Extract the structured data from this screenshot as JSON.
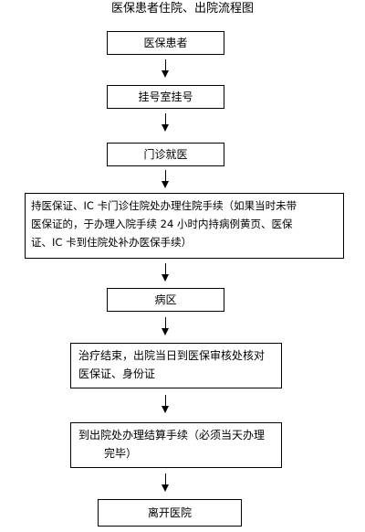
{
  "title": "医保患者住院、出院流程图",
  "steps": [
    {
      "text": "医保患者"
    },
    {
      "text": "挂号室挂号"
    },
    {
      "text": "门诊就医"
    },
    {
      "lines": [
        "持医保证、IC 卡门诊住院处办理住院手续（如果当时未带",
        "医保证的，于办理入院手续 24 小时内持病例黄页、医保",
        "证、IC 卡到住院处补办医保手续）"
      ]
    },
    {
      "text": "病区"
    },
    {
      "lines": [
        "治疗结束，出院当日到医保审核处核对",
        "医保证、身份证"
      ]
    },
    {
      "lines": [
        "到出院处办理结算手续（必须当天办理",
        "完毕）"
      ]
    },
    {
      "text": "离开医院"
    }
  ]
}
